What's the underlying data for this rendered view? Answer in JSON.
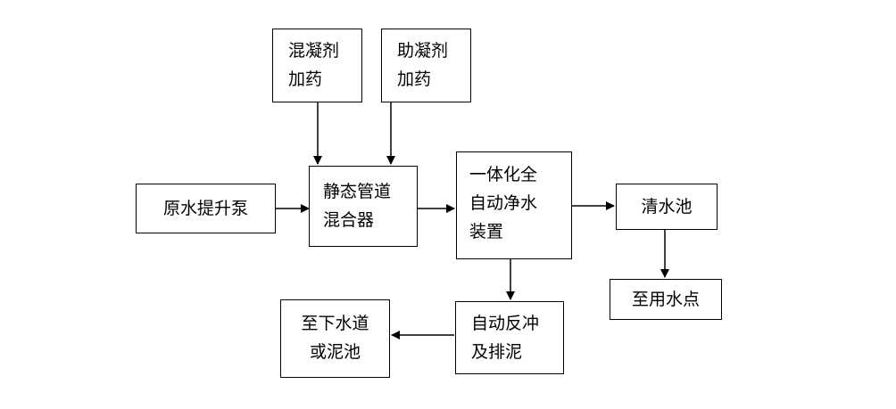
{
  "nodes": {
    "coagulant": {
      "lines": [
        "混凝剂",
        "加药"
      ]
    },
    "flocculant": {
      "lines": [
        "助凝剂",
        "加药"
      ]
    },
    "raw_pump": {
      "lines": [
        "原水提升泵"
      ]
    },
    "mixer": {
      "lines": [
        "静态管道",
        "混合器"
      ]
    },
    "purifier": {
      "lines": [
        "一体化全",
        "自动净水",
        "装置"
      ]
    },
    "clear_pool": {
      "lines": [
        "清水池"
      ]
    },
    "use_point": {
      "lines": [
        "至用水点"
      ]
    },
    "backwash": {
      "lines": [
        "自动反冲",
        "及排泥"
      ]
    },
    "sewer": {
      "lines": [
        "至下水道",
        "或泥池"
      ]
    }
  }
}
